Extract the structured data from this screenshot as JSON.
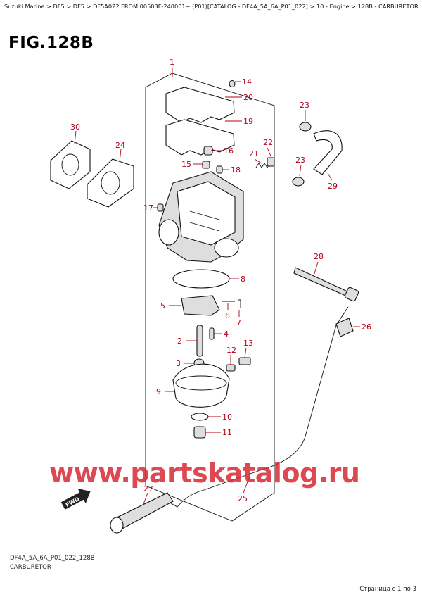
{
  "breadcrumb": "Suzuki Marine > DF5 > DF5 > DF5A022 FROM 00503F-240001~ (P01)[CATALOG - DF4A_5A_6A_P01_022] > 10 - Engine > 128B - CARBURETOR (DF5A)",
  "figure_title": "FIG.128B",
  "callouts": {
    "c1": "1",
    "c2": "2",
    "c3": "3",
    "c4": "4",
    "c5": "5",
    "c6": "6",
    "c7": "7",
    "c8": "8",
    "c9": "9",
    "c10": "10",
    "c11": "11",
    "c12": "12",
    "c13": "13",
    "c14": "14",
    "c15": "15",
    "c16": "16",
    "c17": "17",
    "c18": "18",
    "c19": "19",
    "c20": "20",
    "c21": "21",
    "c22": "22",
    "c23a": "23",
    "c23b": "23",
    "c24": "24",
    "c25": "25",
    "c26": "26",
    "c27": "27",
    "c28": "28",
    "c29": "29",
    "c30": "30"
  },
  "fwd_label": "FWD",
  "watermark": "www.partskatalog.ru",
  "footer": {
    "code": "DF4A_5A_6A_P01_022_128B",
    "name": "CARBURETOR"
  },
  "pager": "Страница с 1 по 3",
  "colors": {
    "callout": "#b3001b",
    "watermark": "#d72832"
  }
}
